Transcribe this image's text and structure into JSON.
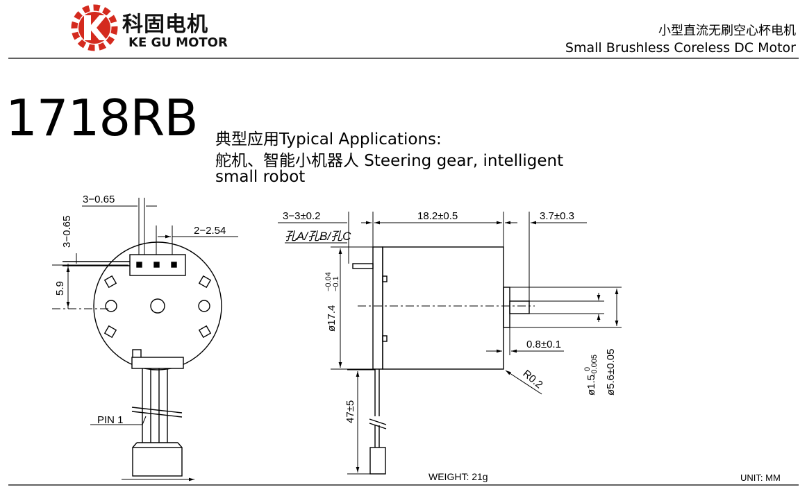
{
  "header": {
    "logo_cn": "科固电机",
    "logo_en": "KE GU MOTOR",
    "title_cn": "小型直流无刷空心杯电机",
    "title_en": "Small Brushless Coreless DC Motor"
  },
  "model": "1718RB",
  "applications": {
    "line1": "典型应用Typical Applications:",
    "line2": "舵机、智能小机器人 Steering gear, intelligent",
    "line3": "small robot"
  },
  "dimensions": {
    "front_view": {
      "hole_spec": "3−0.65",
      "vertical_pitch": "3−0.65",
      "pin_pitch": "2−2.54",
      "center_offset": "5.9",
      "pin_label": "PIN 1"
    },
    "side_view": {
      "mount_holes": "3−3±0.2",
      "holes_label": "孔A/孔B/孔C",
      "body_length": "18.2±0.5",
      "shaft_length": "3.7±0.3",
      "diameter": "ø17.4",
      "diameter_tol_upper": "−0.04",
      "diameter_tol_lower": "−0.1",
      "step": "0.8±0.1",
      "radius": "R0.2",
      "shaft_dia": "ø1.5",
      "shaft_dia_tol_upper": "0",
      "shaft_dia_tol_lower": "−0.005",
      "boss_dia": "ø5.6±0.05",
      "lead_length": "47±5"
    }
  },
  "footer": {
    "weight": "WEIGHT: 21g",
    "unit": "UNIT: MM"
  },
  "colors": {
    "logo_red": "#d42a1e",
    "line": "#000000"
  }
}
